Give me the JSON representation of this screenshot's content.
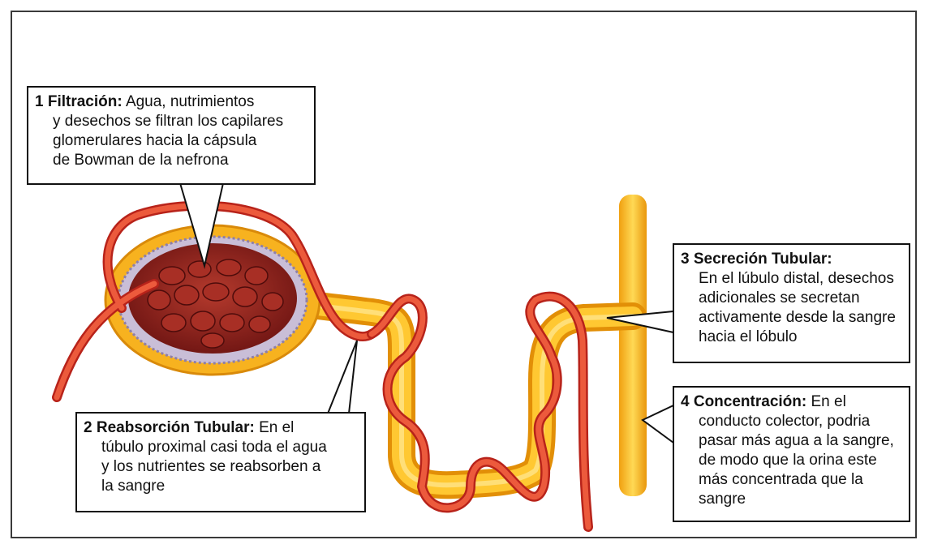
{
  "colors": {
    "tubule": "#f7b21f",
    "tubule_light": "#ffd04a",
    "vessel": "#e8452b",
    "vessel_dark": "#b8231a",
    "glomerulus": "#8e1d1a",
    "capsule_lining": "#b7a9c9",
    "border": "#111111"
  },
  "callouts": {
    "filtration": {
      "number": "1",
      "title": "Filtración:",
      "lines": [
        "Agua, nutrimientos",
        "y desechos se filtran los capilares",
        "glomerulares hacia la cápsula",
        "de Bowman de la nefrona"
      ]
    },
    "reabsorption": {
      "number": "2",
      "title": "Reabsorción Tubular:",
      "lines": [
        "En el",
        "túbulo proximal casi toda el agua",
        "y los nutrientes se reabsorben a",
        "la sangre"
      ]
    },
    "secretion": {
      "number": "3",
      "title": "Secreción Tubular:",
      "lines": [
        "En el lúbulo distal, desechos",
        "adicionales se secretan",
        "activamente desde la sangre",
        "hacia el lóbulo"
      ]
    },
    "concentration": {
      "number": "4",
      "title": "Concentración:",
      "lines": [
        "En el",
        "conducto colector, podria",
        "pasar más agua a la sangre,",
        "de modo que la orina este",
        "más concentrada que la",
        "sangre"
      ]
    }
  },
  "icons": [
    "glomerulus-capsule-icon",
    "collecting-duct-icon",
    "blood-vessel-icon"
  ]
}
